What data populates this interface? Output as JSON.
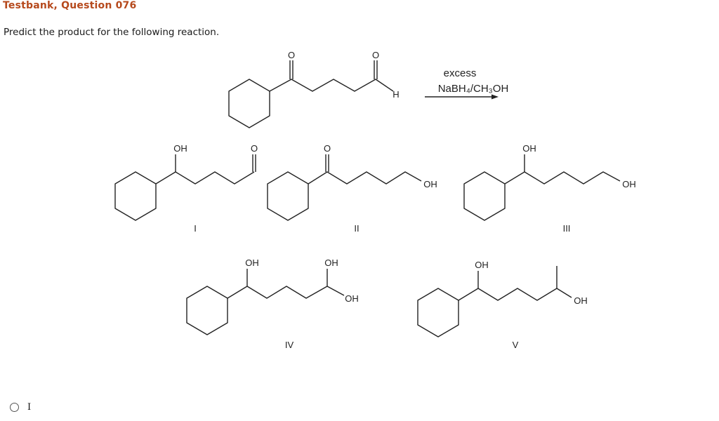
{
  "header": {
    "title": "Testbank, Question 076"
  },
  "question": {
    "prompt": "Predict the product for the following reaction."
  },
  "reaction": {
    "reagent_line1": "excess",
    "reagent_line2": "NaBH₄/CH₃OH",
    "aldehyde_h": "H"
  },
  "labels": {
    "carbonyl_o": "O",
    "hydroxyl": "OH"
  },
  "choices": {
    "c1": {
      "numeral": "I"
    },
    "c2": {
      "numeral": "II"
    },
    "c3": {
      "numeral": "III"
    },
    "c4": {
      "numeral": "IV"
    },
    "c5": {
      "numeral": "V"
    }
  },
  "answer_options": [
    {
      "label": "I",
      "selected": false
    }
  ]
}
